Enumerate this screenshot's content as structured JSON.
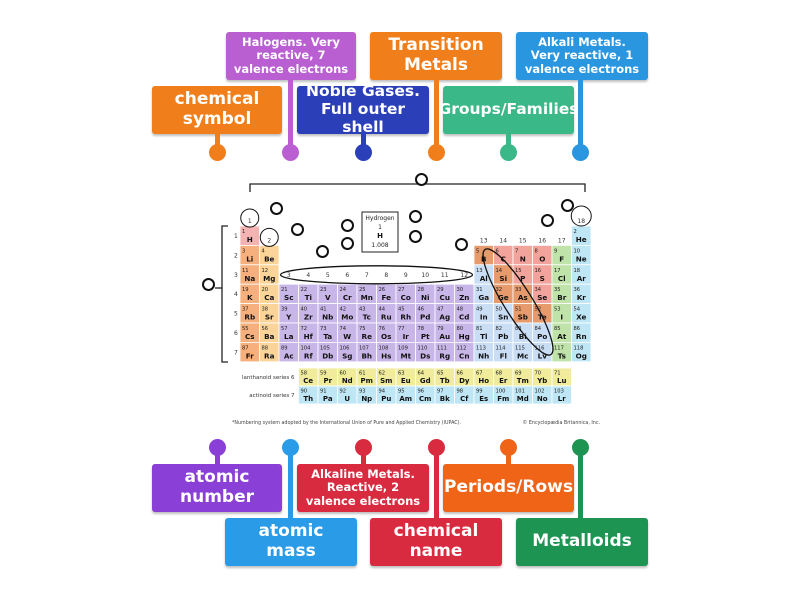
{
  "labels": [
    {
      "id": "chemical-symbol",
      "text": "chemical symbol",
      "color": "#f07f1b"
    },
    {
      "id": "halogens",
      "text": "Halogens. Very reactive, 7 valence electrons",
      "color": "#b95fd1"
    },
    {
      "id": "noble-gases",
      "text": "Noble Gases. Full outer shell",
      "color": "#2b3fb8"
    },
    {
      "id": "transition-metals",
      "text": "Transition Metals",
      "color": "#f07f1b"
    },
    {
      "id": "groups-families",
      "text": "Groups/Families",
      "color": "#3bb887"
    },
    {
      "id": "alkali-metals",
      "text": "Alkali Metals. Very reactive, 1 valence electrons",
      "color": "#2a96e0"
    },
    {
      "id": "atomic-number",
      "text": "atomic number",
      "color": "#8a3fd6"
    },
    {
      "id": "atomic-mass",
      "text": "atomic mass",
      "color": "#2a9be6"
    },
    {
      "id": "alkaline-metals",
      "text": "Alkaline Metals. Reactive, 2 valence electrons",
      "color": "#d92b3f"
    },
    {
      "id": "chemical-name",
      "text": "chemical name",
      "color": "#d92b3f"
    },
    {
      "id": "periods-rows",
      "text": "Periods/Rows",
      "color": "#f06418"
    },
    {
      "id": "metalloids",
      "text": "Metalloids",
      "color": "#1e9452"
    }
  ],
  "table": {
    "group_numbers": [
      "1",
      "2",
      "3",
      "4",
      "5",
      "6",
      "7",
      "8",
      "9",
      "10",
      "11",
      "12",
      "13",
      "14",
      "15",
      "16",
      "17",
      "18"
    ],
    "period_numbers": [
      "1",
      "2",
      "3",
      "4",
      "5",
      "6",
      "7"
    ],
    "rows": [
      [
        [
          "1",
          "H"
        ],
        null,
        null,
        null,
        null,
        null,
        null,
        null,
        null,
        null,
        null,
        null,
        null,
        null,
        null,
        null,
        null,
        [
          "2",
          "He"
        ]
      ],
      [
        [
          "3",
          "Li"
        ],
        [
          "4",
          "Be"
        ],
        null,
        null,
        null,
        null,
        null,
        null,
        null,
        null,
        null,
        null,
        [
          "5",
          "B"
        ],
        [
          "6",
          "C"
        ],
        [
          "7",
          "N"
        ],
        [
          "8",
          "O"
        ],
        [
          "9",
          "F"
        ],
        [
          "10",
          "Ne"
        ]
      ],
      [
        [
          "11",
          "Na"
        ],
        [
          "12",
          "Mg"
        ],
        null,
        null,
        null,
        null,
        null,
        null,
        null,
        null,
        null,
        null,
        [
          "13",
          "Al"
        ],
        [
          "14",
          "Si"
        ],
        [
          "15",
          "P"
        ],
        [
          "16",
          "S"
        ],
        [
          "17",
          "Cl"
        ],
        [
          "18",
          "Ar"
        ]
      ],
      [
        [
          "19",
          "K"
        ],
        [
          "20",
          "Ca"
        ],
        [
          "21",
          "Sc"
        ],
        [
          "22",
          "Ti"
        ],
        [
          "23",
          "V"
        ],
        [
          "24",
          "Cr"
        ],
        [
          "25",
          "Mn"
        ],
        [
          "26",
          "Fe"
        ],
        [
          "27",
          "Co"
        ],
        [
          "28",
          "Ni"
        ],
        [
          "29",
          "Cu"
        ],
        [
          "30",
          "Zn"
        ],
        [
          "31",
          "Ga"
        ],
        [
          "32",
          "Ge"
        ],
        [
          "33",
          "As"
        ],
        [
          "34",
          "Se"
        ],
        [
          "35",
          "Br"
        ],
        [
          "36",
          "Kr"
        ]
      ],
      [
        [
          "37",
          "Rb"
        ],
        [
          "38",
          "Sr"
        ],
        [
          "39",
          "Y"
        ],
        [
          "40",
          "Zr"
        ],
        [
          "41",
          "Nb"
        ],
        [
          "42",
          "Mo"
        ],
        [
          "43",
          "Tc"
        ],
        [
          "44",
          "Ru"
        ],
        [
          "45",
          "Rh"
        ],
        [
          "46",
          "Pd"
        ],
        [
          "47",
          "Ag"
        ],
        [
          "48",
          "Cd"
        ],
        [
          "49",
          "In"
        ],
        [
          "50",
          "Sn"
        ],
        [
          "51",
          "Sb"
        ],
        [
          "52",
          "Te"
        ],
        [
          "53",
          "I"
        ],
        [
          "54",
          "Xe"
        ]
      ],
      [
        [
          "55",
          "Cs"
        ],
        [
          "56",
          "Ba"
        ],
        [
          "57",
          "La"
        ],
        [
          "72",
          "Hf"
        ],
        [
          "73",
          "Ta"
        ],
        [
          "74",
          "W"
        ],
        [
          "75",
          "Re"
        ],
        [
          "76",
          "Os"
        ],
        [
          "77",
          "Ir"
        ],
        [
          "78",
          "Pt"
        ],
        [
          "79",
          "Au"
        ],
        [
          "80",
          "Hg"
        ],
        [
          "81",
          "Tl"
        ],
        [
          "82",
          "Pb"
        ],
        [
          "83",
          "Bi"
        ],
        [
          "84",
          "Po"
        ],
        [
          "85",
          "At"
        ],
        [
          "86",
          "Rn"
        ]
      ],
      [
        [
          "87",
          "Fr"
        ],
        [
          "88",
          "Ra"
        ],
        [
          "89",
          "Ac"
        ],
        [
          "104",
          "Rf"
        ],
        [
          "105",
          "Db"
        ],
        [
          "106",
          "Sg"
        ],
        [
          "107",
          "Bh"
        ],
        [
          "108",
          "Hs"
        ],
        [
          "109",
          "Mt"
        ],
        [
          "110",
          "Ds"
        ],
        [
          "111",
          "Rg"
        ],
        [
          "112",
          "Cn"
        ],
        [
          "113",
          "Nh"
        ],
        [
          "114",
          "Fl"
        ],
        [
          "115",
          "Mc"
        ],
        [
          "116",
          "Lv"
        ],
        [
          "117",
          "Ts"
        ],
        [
          "118",
          "Og"
        ]
      ]
    ],
    "lanthanoid_label": "lanthanoid series",
    "lanthanoid_period": "6",
    "lanthanoids": [
      [
        "58",
        "Ce"
      ],
      [
        "59",
        "Pr"
      ],
      [
        "60",
        "Nd"
      ],
      [
        "61",
        "Pm"
      ],
      [
        "62",
        "Sm"
      ],
      [
        "63",
        "Eu"
      ],
      [
        "64",
        "Gd"
      ],
      [
        "65",
        "Tb"
      ],
      [
        "66",
        "Dy"
      ],
      [
        "67",
        "Ho"
      ],
      [
        "68",
        "Er"
      ],
      [
        "69",
        "Tm"
      ],
      [
        "70",
        "Yb"
      ],
      [
        "71",
        "Lu"
      ]
    ],
    "actinoid_label": "actinoid series",
    "actinoid_period": "7",
    "actinoids": [
      [
        "90",
        "Th"
      ],
      [
        "91",
        "Pa"
      ],
      [
        "92",
        "U"
      ],
      [
        "93",
        "Np"
      ],
      [
        "94",
        "Pu"
      ],
      [
        "95",
        "Am"
      ],
      [
        "96",
        "Cm"
      ],
      [
        "97",
        "Bk"
      ],
      [
        "98",
        "Cf"
      ],
      [
        "99",
        "Es"
      ],
      [
        "100",
        "Fm"
      ],
      [
        "101",
        "Md"
      ],
      [
        "102",
        "No"
      ],
      [
        "103",
        "Lr"
      ]
    ],
    "legend": {
      "title": "Hydrogen",
      "number": "1",
      "symbol": "H",
      "mass": "1.008"
    },
    "footnote": "*Numbering system adopted by the International Union of Pure and Applied Chemistry (IUPAC).",
    "credit": "© Encyclopædia Britannica, Inc.",
    "colors": {
      "alkali": "#f6b07e",
      "alkaline": "#fbd49a",
      "transition": "#c9b6e8",
      "post": "#c9def5",
      "metalloid": "#e79a6b",
      "nonmetal": "#f2a39b",
      "halogen": "#bfe3a8",
      "noble": "#bfe6f5",
      "lanth": "#f0ec9c",
      "act": "#bfe6f5",
      "hydrogen": "#f3b3b3"
    }
  }
}
